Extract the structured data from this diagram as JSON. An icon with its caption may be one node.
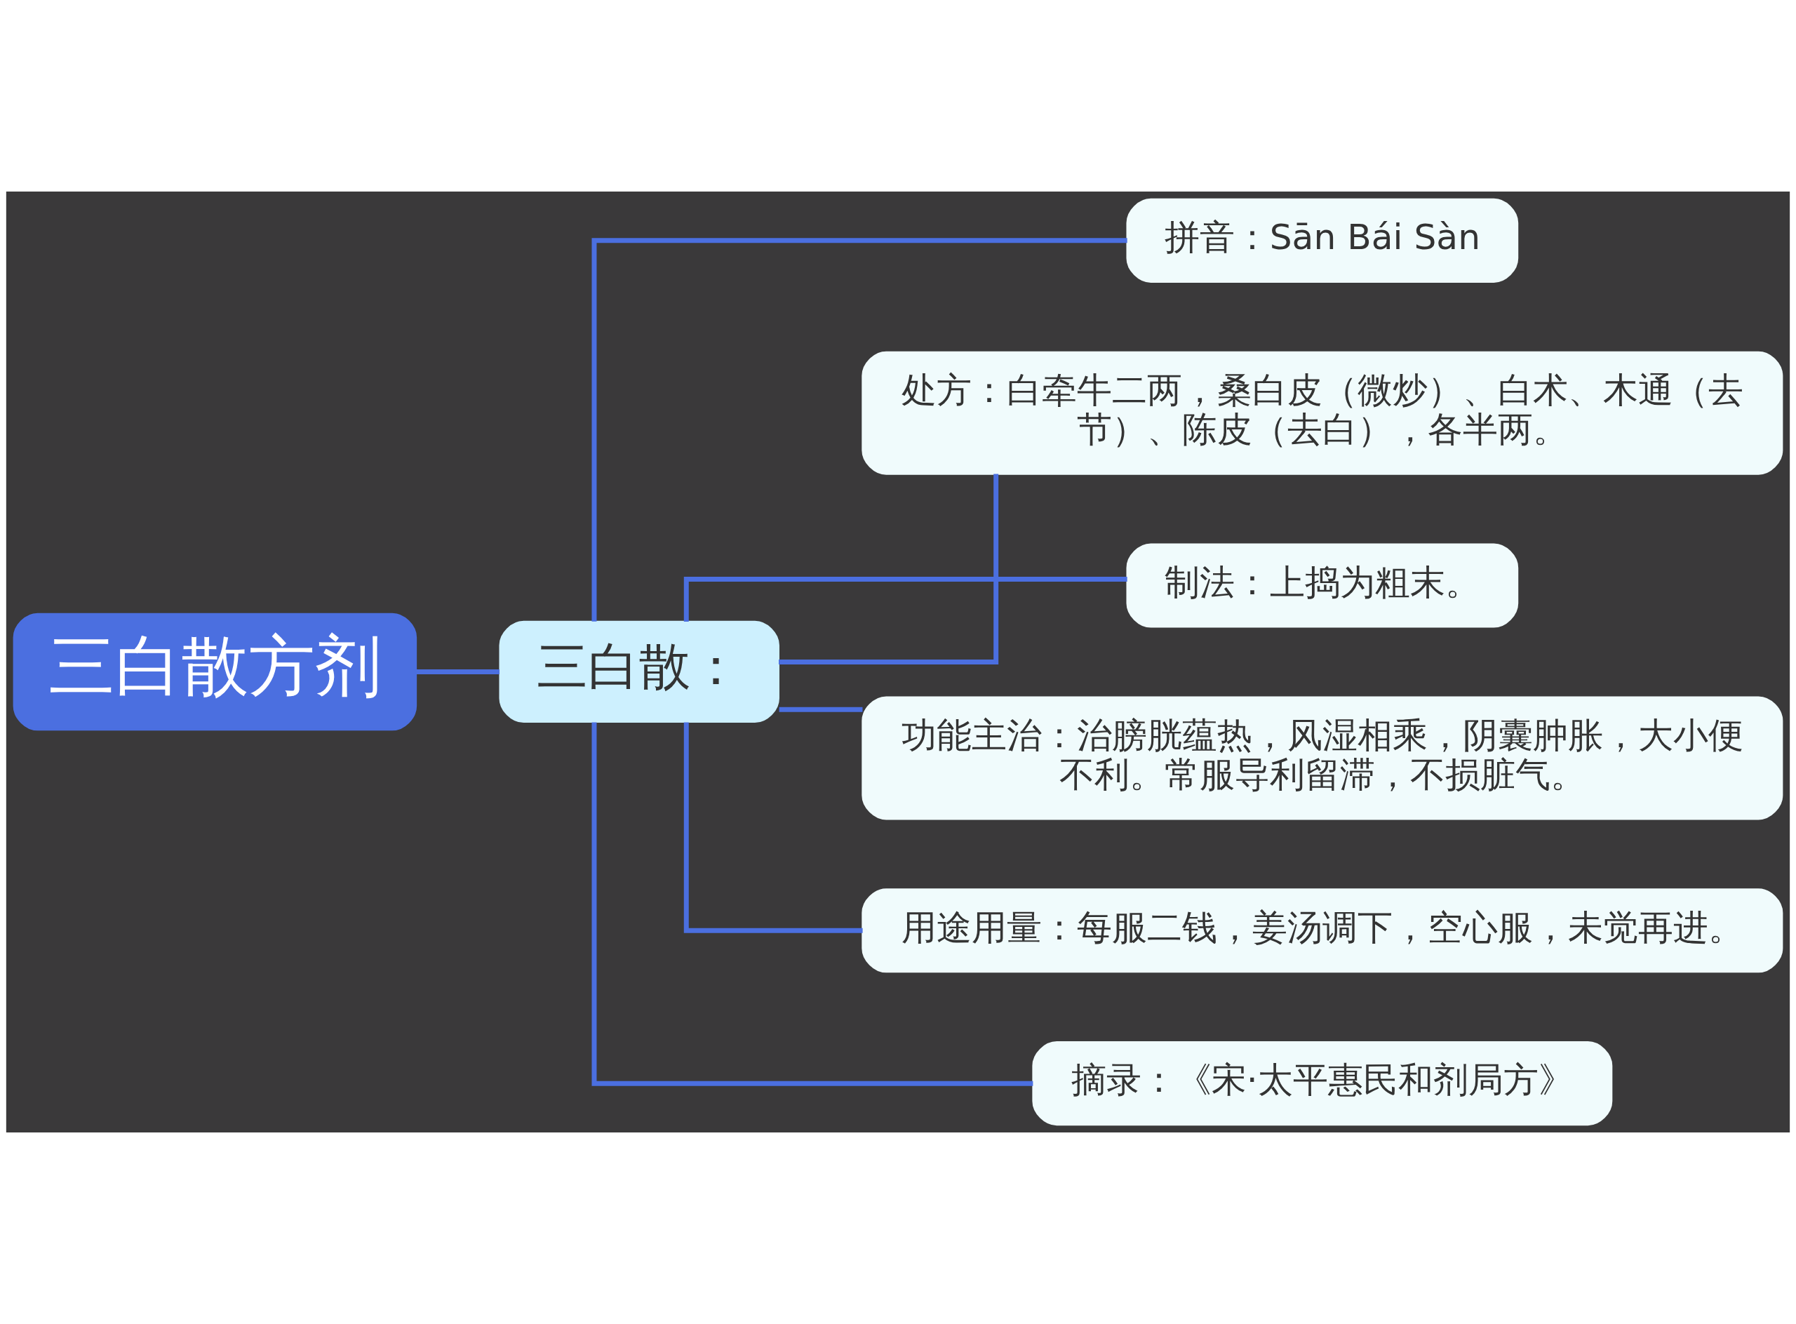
{
  "diagram": {
    "nodes": [
      {
        "text": [
          "三白散方剂"
        ]
      },
      {
        "text": [
          "三白散："
        ]
      },
      {
        "text": [
          "拼音：Sān Bái Sàn"
        ]
      },
      {
        "text": [
          "处方：白牵牛二两，桑白皮（微炒）、白术、木通（去节）、陈皮（去白），各半两。"
        ]
      },
      {
        "text": [
          "制法：上捣为粗末。"
        ]
      },
      {
        "text": [
          "功能主治：治膀胱蕴热，风湿相乘，阴囊肿胀，大小便不利。常服导利留滞，不损脏气。"
        ]
      },
      {
        "text": [
          "用途用量：每服二钱，姜汤调下，空心服，未觉再进。"
        ]
      },
      {
        "text": [
          "摘录：《宋·太平惠民和剂局方》"
        ]
      }
    ],
    "edges": [
      {
        "from": 0,
        "to": 1,
        "arrow": "none"
      },
      {
        "from": 1,
        "to": 2,
        "arrow": "none"
      },
      {
        "from": 1,
        "to": 3,
        "arrow": "none"
      },
      {
        "from": 1,
        "to": 4,
        "arrow": "none"
      },
      {
        "from": 1,
        "to": 5,
        "arrow": "none"
      },
      {
        "from": 1,
        "to": 6,
        "arrow": "none"
      },
      {
        "from": 1,
        "to": 7,
        "arrow": "none"
      }
    ]
  }
}
